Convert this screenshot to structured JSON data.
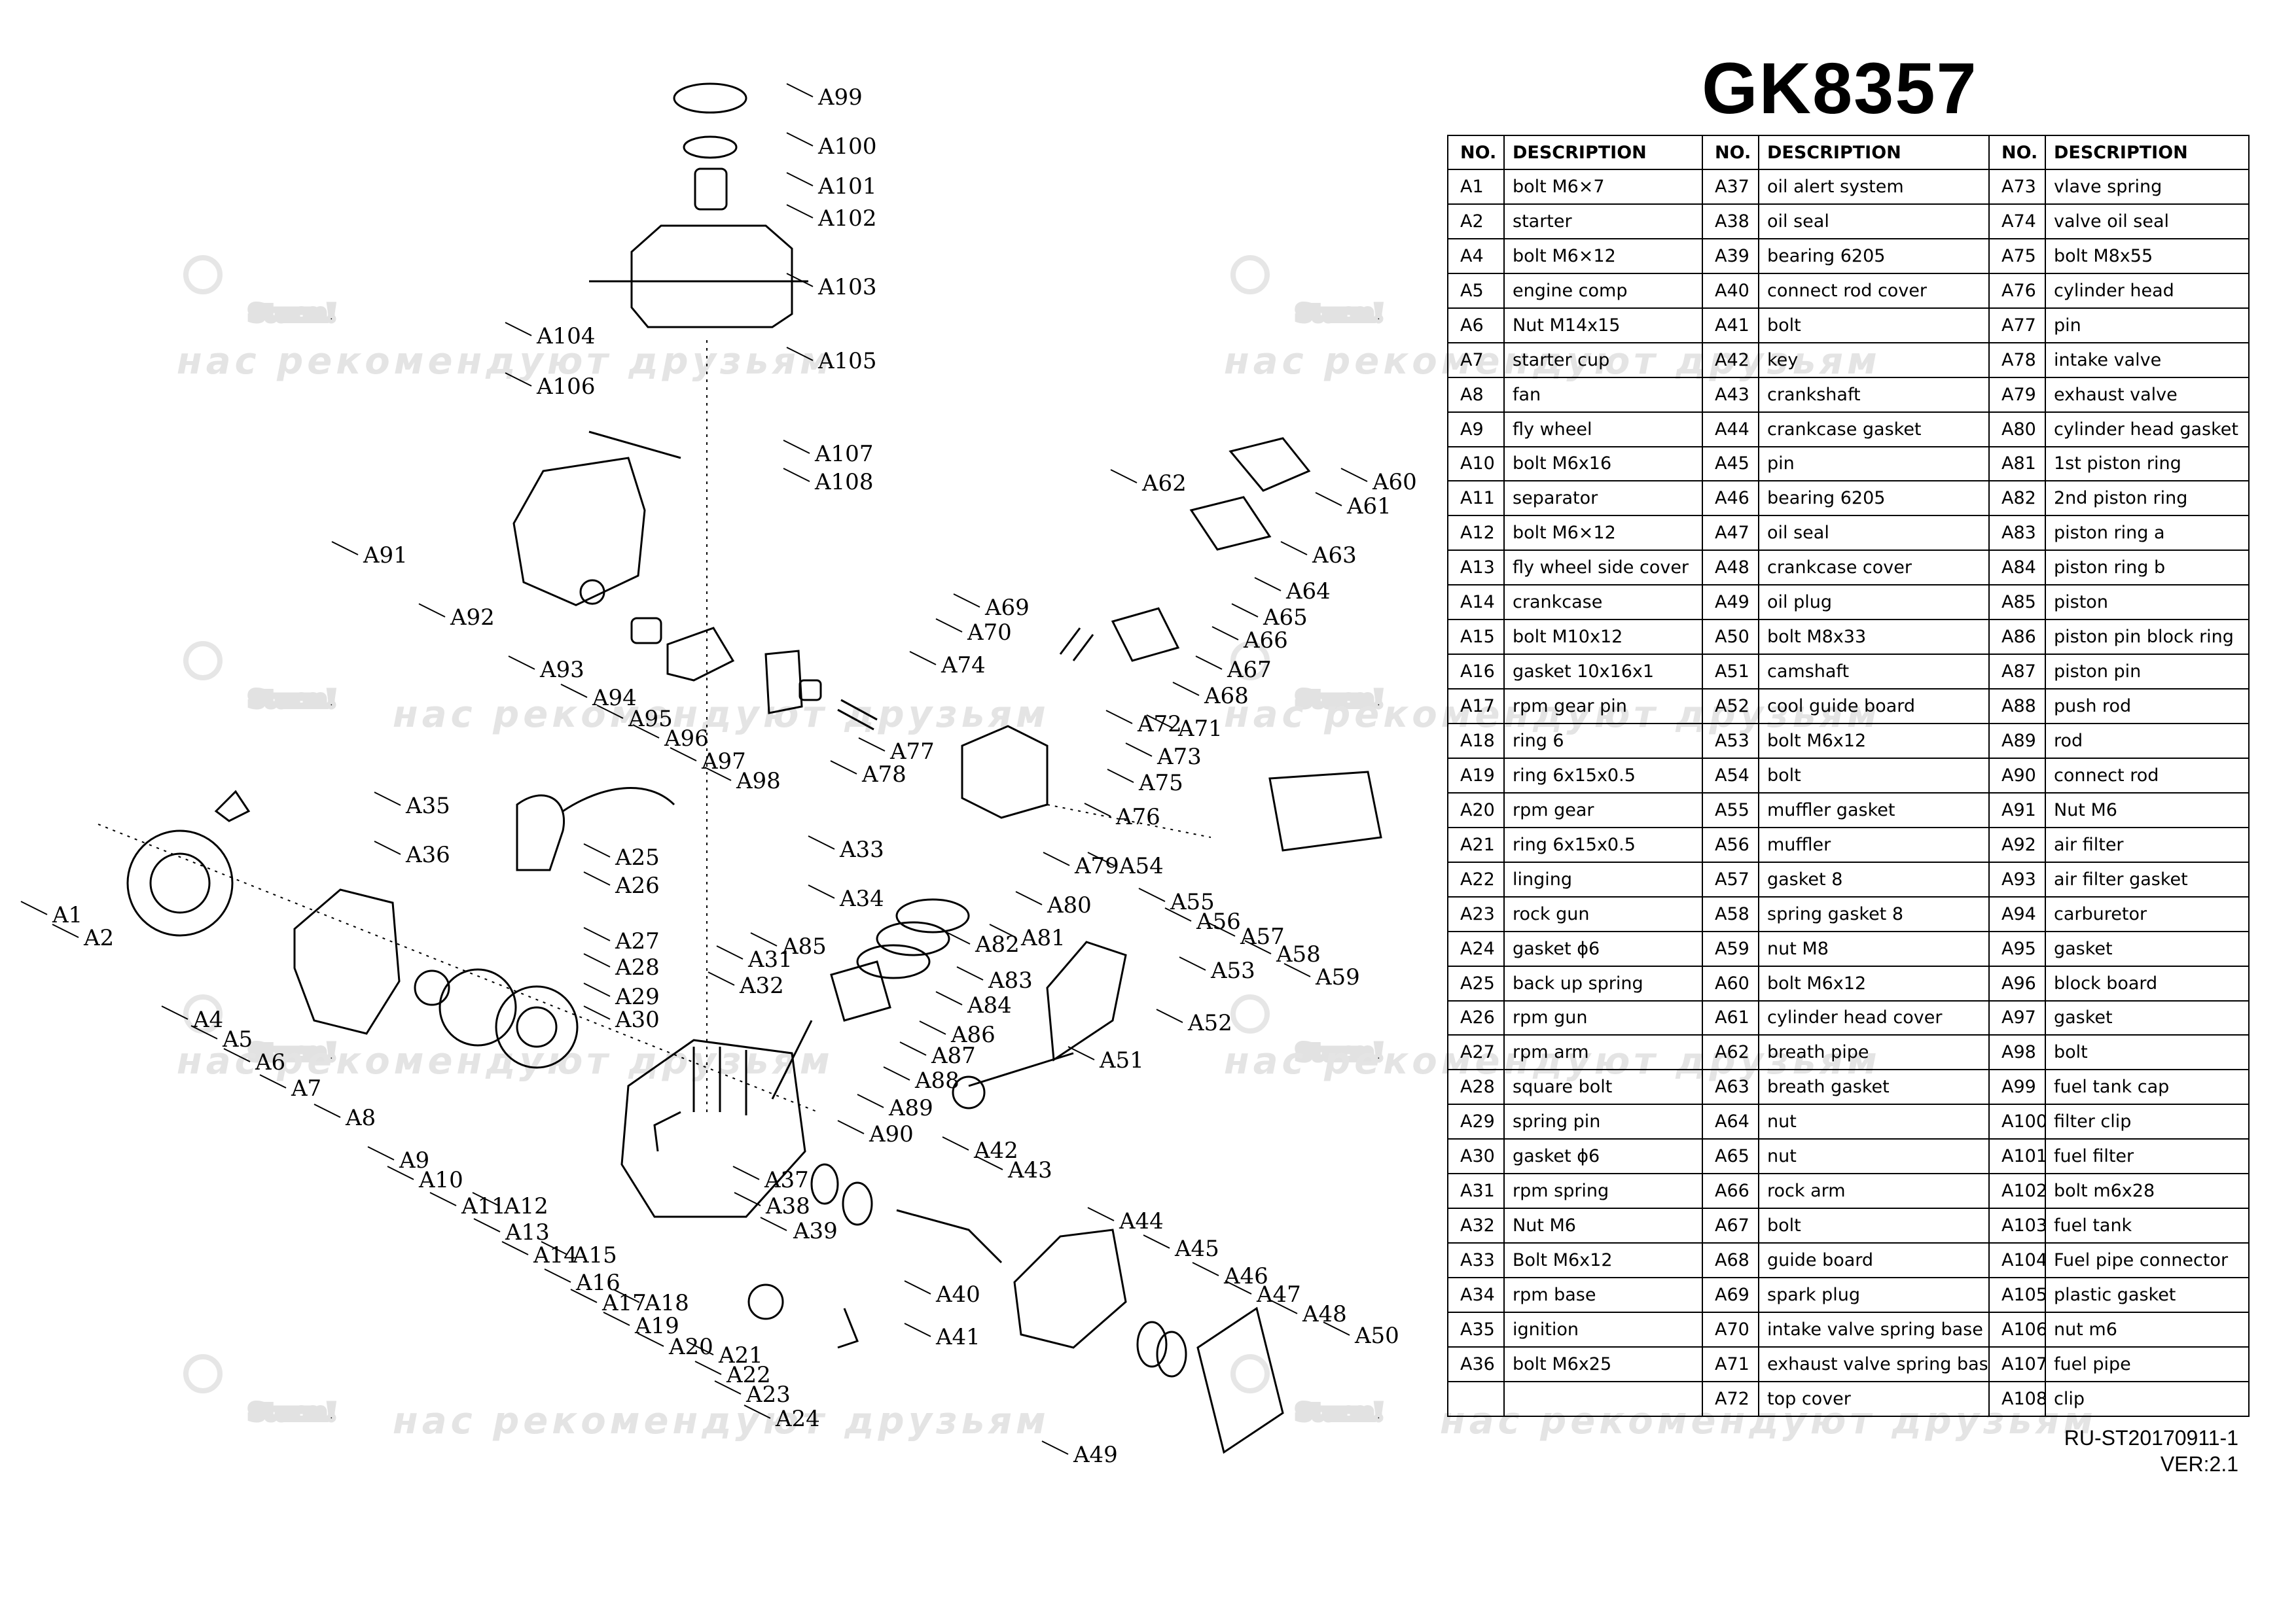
{
  "title": "GK8357",
  "watermark": {
    "logo": "Sturm!",
    "slogan": "нас рекомендуют друзьям"
  },
  "table": {
    "headers": [
      "NO.",
      "DESCRIPTION",
      "NO.",
      "DESCRIPTION",
      "NO.",
      "DESCRIPTION"
    ],
    "rows": [
      [
        "A1",
        "bolt M6×7",
        "A37",
        "oil alert system",
        "A73",
        "vlave spring"
      ],
      [
        "A2",
        "starter",
        "A38",
        "oil seal",
        "A74",
        "valve oil seal"
      ],
      [
        "A4",
        "bolt M6×12",
        "A39",
        "bearing 6205",
        "A75",
        "bolt M8x55"
      ],
      [
        "A5",
        "engine comp",
        "A40",
        "connect rod cover",
        "A76",
        "cylinder head"
      ],
      [
        "A6",
        "Nut M14x15",
        "A41",
        "bolt",
        "A77",
        "pin"
      ],
      [
        "A7",
        "starter cup",
        "A42",
        "key",
        "A78",
        "intake valve"
      ],
      [
        "A8",
        "fan",
        "A43",
        "crankshaft",
        "A79",
        "exhaust valve"
      ],
      [
        "A9",
        "fly wheel",
        "A44",
        "crankcase gasket",
        "A80",
        "cylinder head gasket"
      ],
      [
        "A10",
        "bolt M6x16",
        "A45",
        "pin",
        "A81",
        "1st piston ring"
      ],
      [
        "A11",
        "separator",
        "A46",
        "bearing 6205",
        "A82",
        "2nd piston ring"
      ],
      [
        "A12",
        "bolt M6×12",
        "A47",
        "oil seal",
        "A83",
        "piston ring a"
      ],
      [
        "A13",
        "fly wheel side cover",
        "A48",
        "crankcase cover",
        "A84",
        "piston ring b"
      ],
      [
        "A14",
        "crankcase",
        "A49",
        "oil plug",
        "A85",
        "piston"
      ],
      [
        "A15",
        "bolt M10x12",
        "A50",
        "bolt M8x33",
        "A86",
        "piston pin block ring"
      ],
      [
        "A16",
        "gasket 10x16x1",
        "A51",
        "camshaft",
        "A87",
        "piston pin"
      ],
      [
        "A17",
        "rpm gear pin",
        "A52",
        "cool guide board",
        "A88",
        "push rod"
      ],
      [
        "A18",
        "ring 6",
        "A53",
        "bolt M6x12",
        "A89",
        "rod"
      ],
      [
        "A19",
        "ring 6x15x0.5",
        "A54",
        "bolt",
        "A90",
        "connect rod"
      ],
      [
        "A20",
        "rpm gear",
        "A55",
        "muffler gasket",
        "A91",
        "Nut M6"
      ],
      [
        "A21",
        "ring 6x15x0.5",
        "A56",
        "muffler",
        "A92",
        "air filter"
      ],
      [
        "A22",
        "linging",
        "A57",
        "gasket 8",
        "A93",
        "air filter gasket"
      ],
      [
        "A23",
        "rock gun",
        "A58",
        "spring gasket 8",
        "A94",
        "carburetor"
      ],
      [
        "A24",
        "gasket ϕ6",
        "A59",
        "nut M8",
        "A95",
        "gasket"
      ],
      [
        "A25",
        "back up spring",
        "A60",
        "bolt M6x12",
        "A96",
        "block board"
      ],
      [
        "A26",
        "rpm gun",
        "A61",
        "cylinder head cover",
        "A97",
        "gasket"
      ],
      [
        "A27",
        "rpm arm",
        "A62",
        "breath pipe",
        "A98",
        "bolt"
      ],
      [
        "A28",
        "square bolt",
        "A63",
        "breath gasket",
        "A99",
        "fuel tank cap"
      ],
      [
        "A29",
        "spring pin",
        "A64",
        "nut",
        "A100",
        "filter clip"
      ],
      [
        "A30",
        "gasket ϕ6",
        "A65",
        "nut",
        "A101",
        "fuel filter"
      ],
      [
        "A31",
        "rpm spring",
        "A66",
        "rock arm",
        "A102",
        "bolt m6x28"
      ],
      [
        "A32",
        "Nut M6",
        "A67",
        "bolt",
        "A103",
        "fuel tank"
      ],
      [
        "A33",
        "Bolt M6x12",
        "A68",
        "guide board",
        "A104",
        "Fuel pipe connector"
      ],
      [
        "A34",
        "rpm base",
        "A69",
        "spark plug",
        "A105",
        "plastic gasket"
      ],
      [
        "A35",
        "ignition",
        "A70",
        "intake valve spring base",
        "A106",
        "nut m6"
      ],
      [
        "A36",
        "bolt M6x25",
        "A71",
        "exhaust valve spring base",
        "A107",
        "fuel pipe"
      ],
      [
        "",
        "",
        "A72",
        "top cover",
        "A108",
        "clip"
      ]
    ]
  },
  "footer": {
    "code": "RU-ST20170911-1",
    "version": "VER:2.1"
  },
  "callouts": [
    "A1",
    "A2",
    "A4",
    "A5",
    "A6",
    "A7",
    "A8",
    "A9",
    "A10",
    "A11",
    "A12",
    "A13",
    "A14",
    "A15",
    "A16",
    "A17",
    "A18",
    "A19",
    "A20",
    "A21",
    "A22",
    "A23",
    "A24",
    "A25",
    "A26",
    "A27",
    "A28",
    "A29",
    "A30",
    "A31",
    "A32",
    "A33",
    "A34",
    "A35",
    "A36",
    "A37",
    "A38",
    "A39",
    "A40",
    "A41",
    "A42",
    "A43",
    "A44",
    "A45",
    "A46",
    "A47",
    "A48",
    "A49",
    "A50",
    "A51",
    "A52",
    "A53",
    "A54",
    "A55",
    "A56",
    "A57",
    "A58",
    "A59",
    "A60",
    "A61",
    "A62",
    "A63",
    "A64",
    "A65",
    "A66",
    "A67",
    "A68",
    "A69",
    "A70",
    "A71",
    "A72",
    "A73",
    "A74",
    "A75",
    "A76",
    "A77",
    "A78",
    "A79",
    "A80",
    "A81",
    "A82",
    "A83",
    "A84",
    "A85",
    "A86",
    "A87",
    "A88",
    "A89",
    "A90",
    "A91",
    "A92",
    "A93",
    "A94",
    "A95",
    "A96",
    "A97",
    "A98",
    "A99",
    "A100",
    "A101",
    "A102",
    "A103",
    "A104",
    "A105",
    "A106",
    "A107",
    "A108"
  ]
}
